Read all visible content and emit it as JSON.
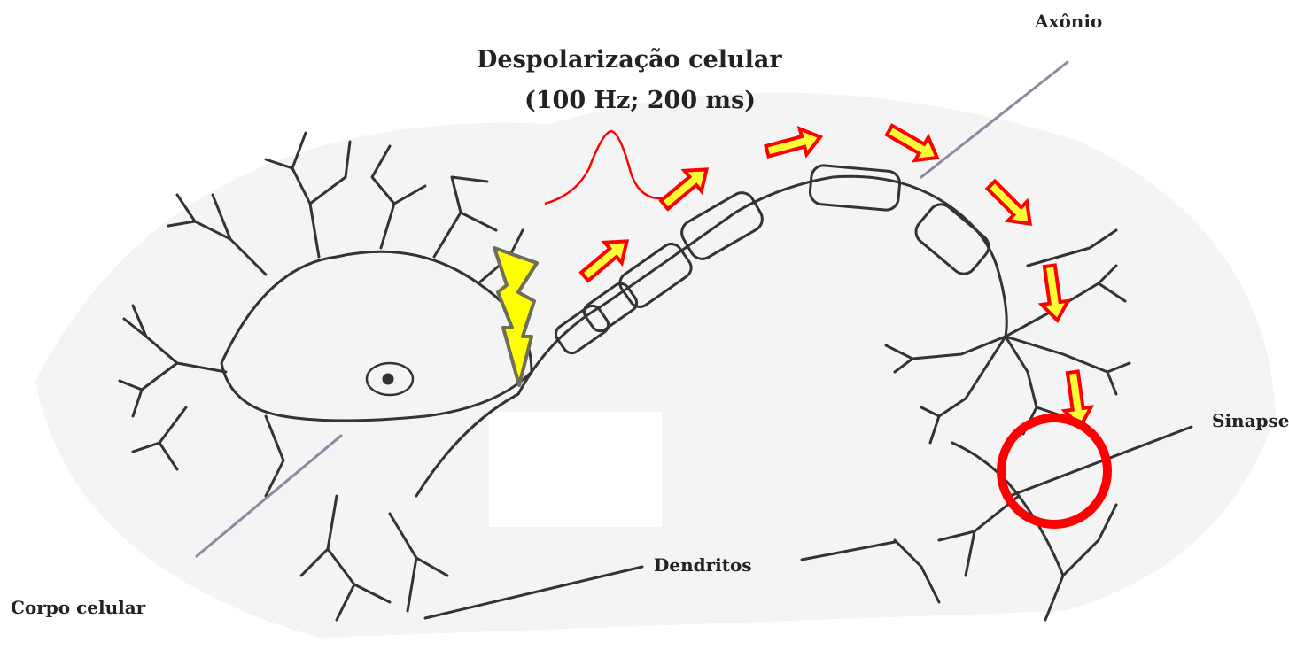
{
  "title": {
    "line1": "Despolarização celular",
    "line2": "(100 Hz; 200 ms)"
  },
  "labels": {
    "axon": "Axônio",
    "cell_body": "Corpo celular",
    "dendrites": "Dendritos",
    "synapse": "Sinapse"
  },
  "colors": {
    "arrow_fill": "#ffff33",
    "arrow_stroke": "#ff0000",
    "bolt_fill": "#ffff00",
    "bolt_stroke": "#6d6d5a",
    "circle": "#ff0000",
    "pulse": "#ff0000",
    "leader_line": "#8a8aa0",
    "neuron_line": "#333333"
  },
  "icons": {
    "stimulus": "lightning-bolt-icon",
    "signal_direction": "arrow-icon",
    "synapse_marker": "circle-marker"
  }
}
